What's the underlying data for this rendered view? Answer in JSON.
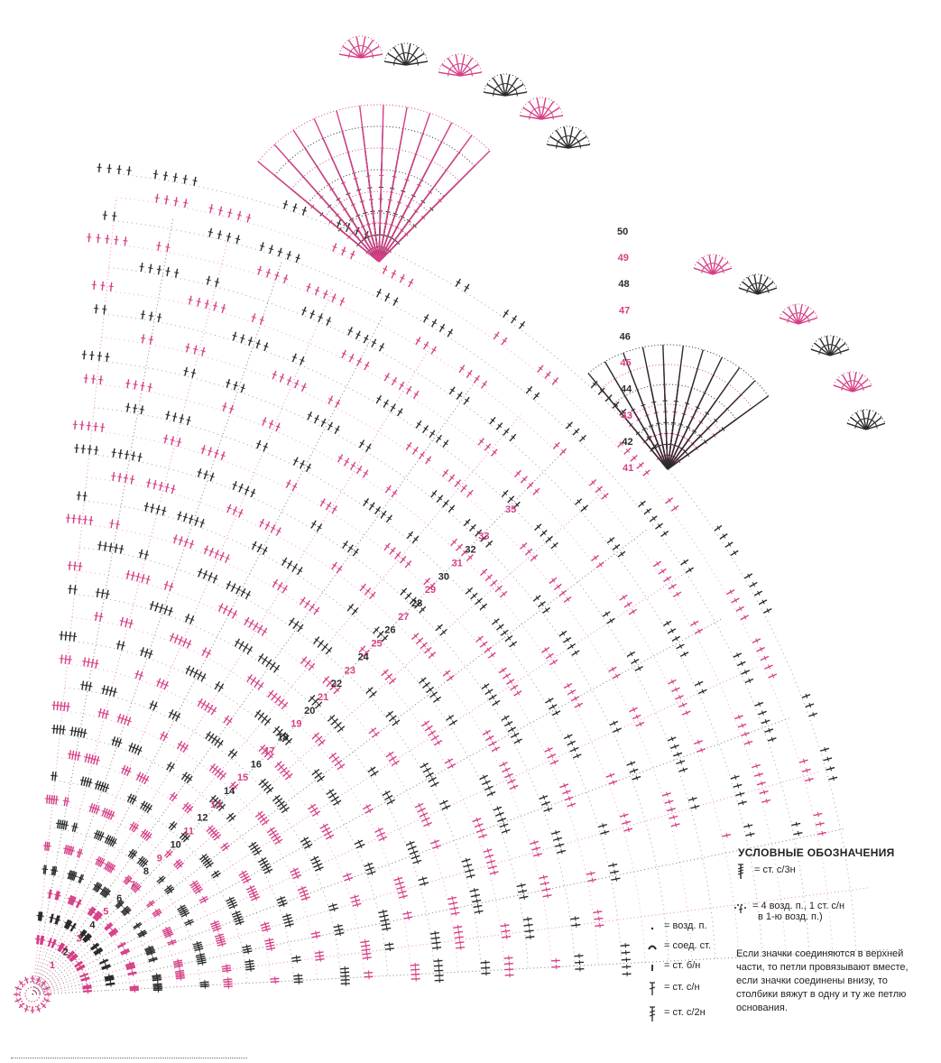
{
  "colors": {
    "black": "#2b2b2b",
    "pink": "#d63f86"
  },
  "diagram": {
    "row_numbers": {
      "black": [
        "2",
        "4",
        "6",
        "8",
        "10",
        "12",
        "14",
        "16",
        "18",
        "20",
        "22",
        "24",
        "26",
        "28",
        "30",
        "32",
        "42",
        "44",
        "46",
        "48",
        "50"
      ],
      "pink": [
        "1",
        "3",
        "5",
        "7",
        "9",
        "11",
        "13",
        "15",
        "17",
        "19",
        "21",
        "23",
        "25",
        "27",
        "29",
        "31",
        "33",
        "35",
        "41",
        "43",
        "45",
        "47",
        "49"
      ]
    }
  },
  "legend": {
    "title": "УСЛОВНЫЕ ОБОЗНАЧЕНИЯ",
    "items": [
      {
        "symbol": "ch3-stitch-icon",
        "text": "= ст. с/3н"
      },
      {
        "symbol": "picot-icon",
        "text": "= 4 возд. п., 1 ст. с/н",
        "text2": "в 1-ю возд. п.)"
      },
      {
        "symbol": "chain-icon",
        "text": "= возд. п."
      },
      {
        "symbol": "slip-icon",
        "text": "= соед. ст."
      },
      {
        "symbol": "sc-icon",
        "text": "= ст. б/н"
      },
      {
        "symbol": "dc-icon",
        "text": "= ст. с/н"
      },
      {
        "symbol": "tr-icon",
        "text": "= ст. с/2н"
      }
    ],
    "note": "Если значки соединяются в верхней части, то петли провязывают вместе, если значки соединены внизу, то столбики вяжут в одну и ту же петлю основания."
  }
}
